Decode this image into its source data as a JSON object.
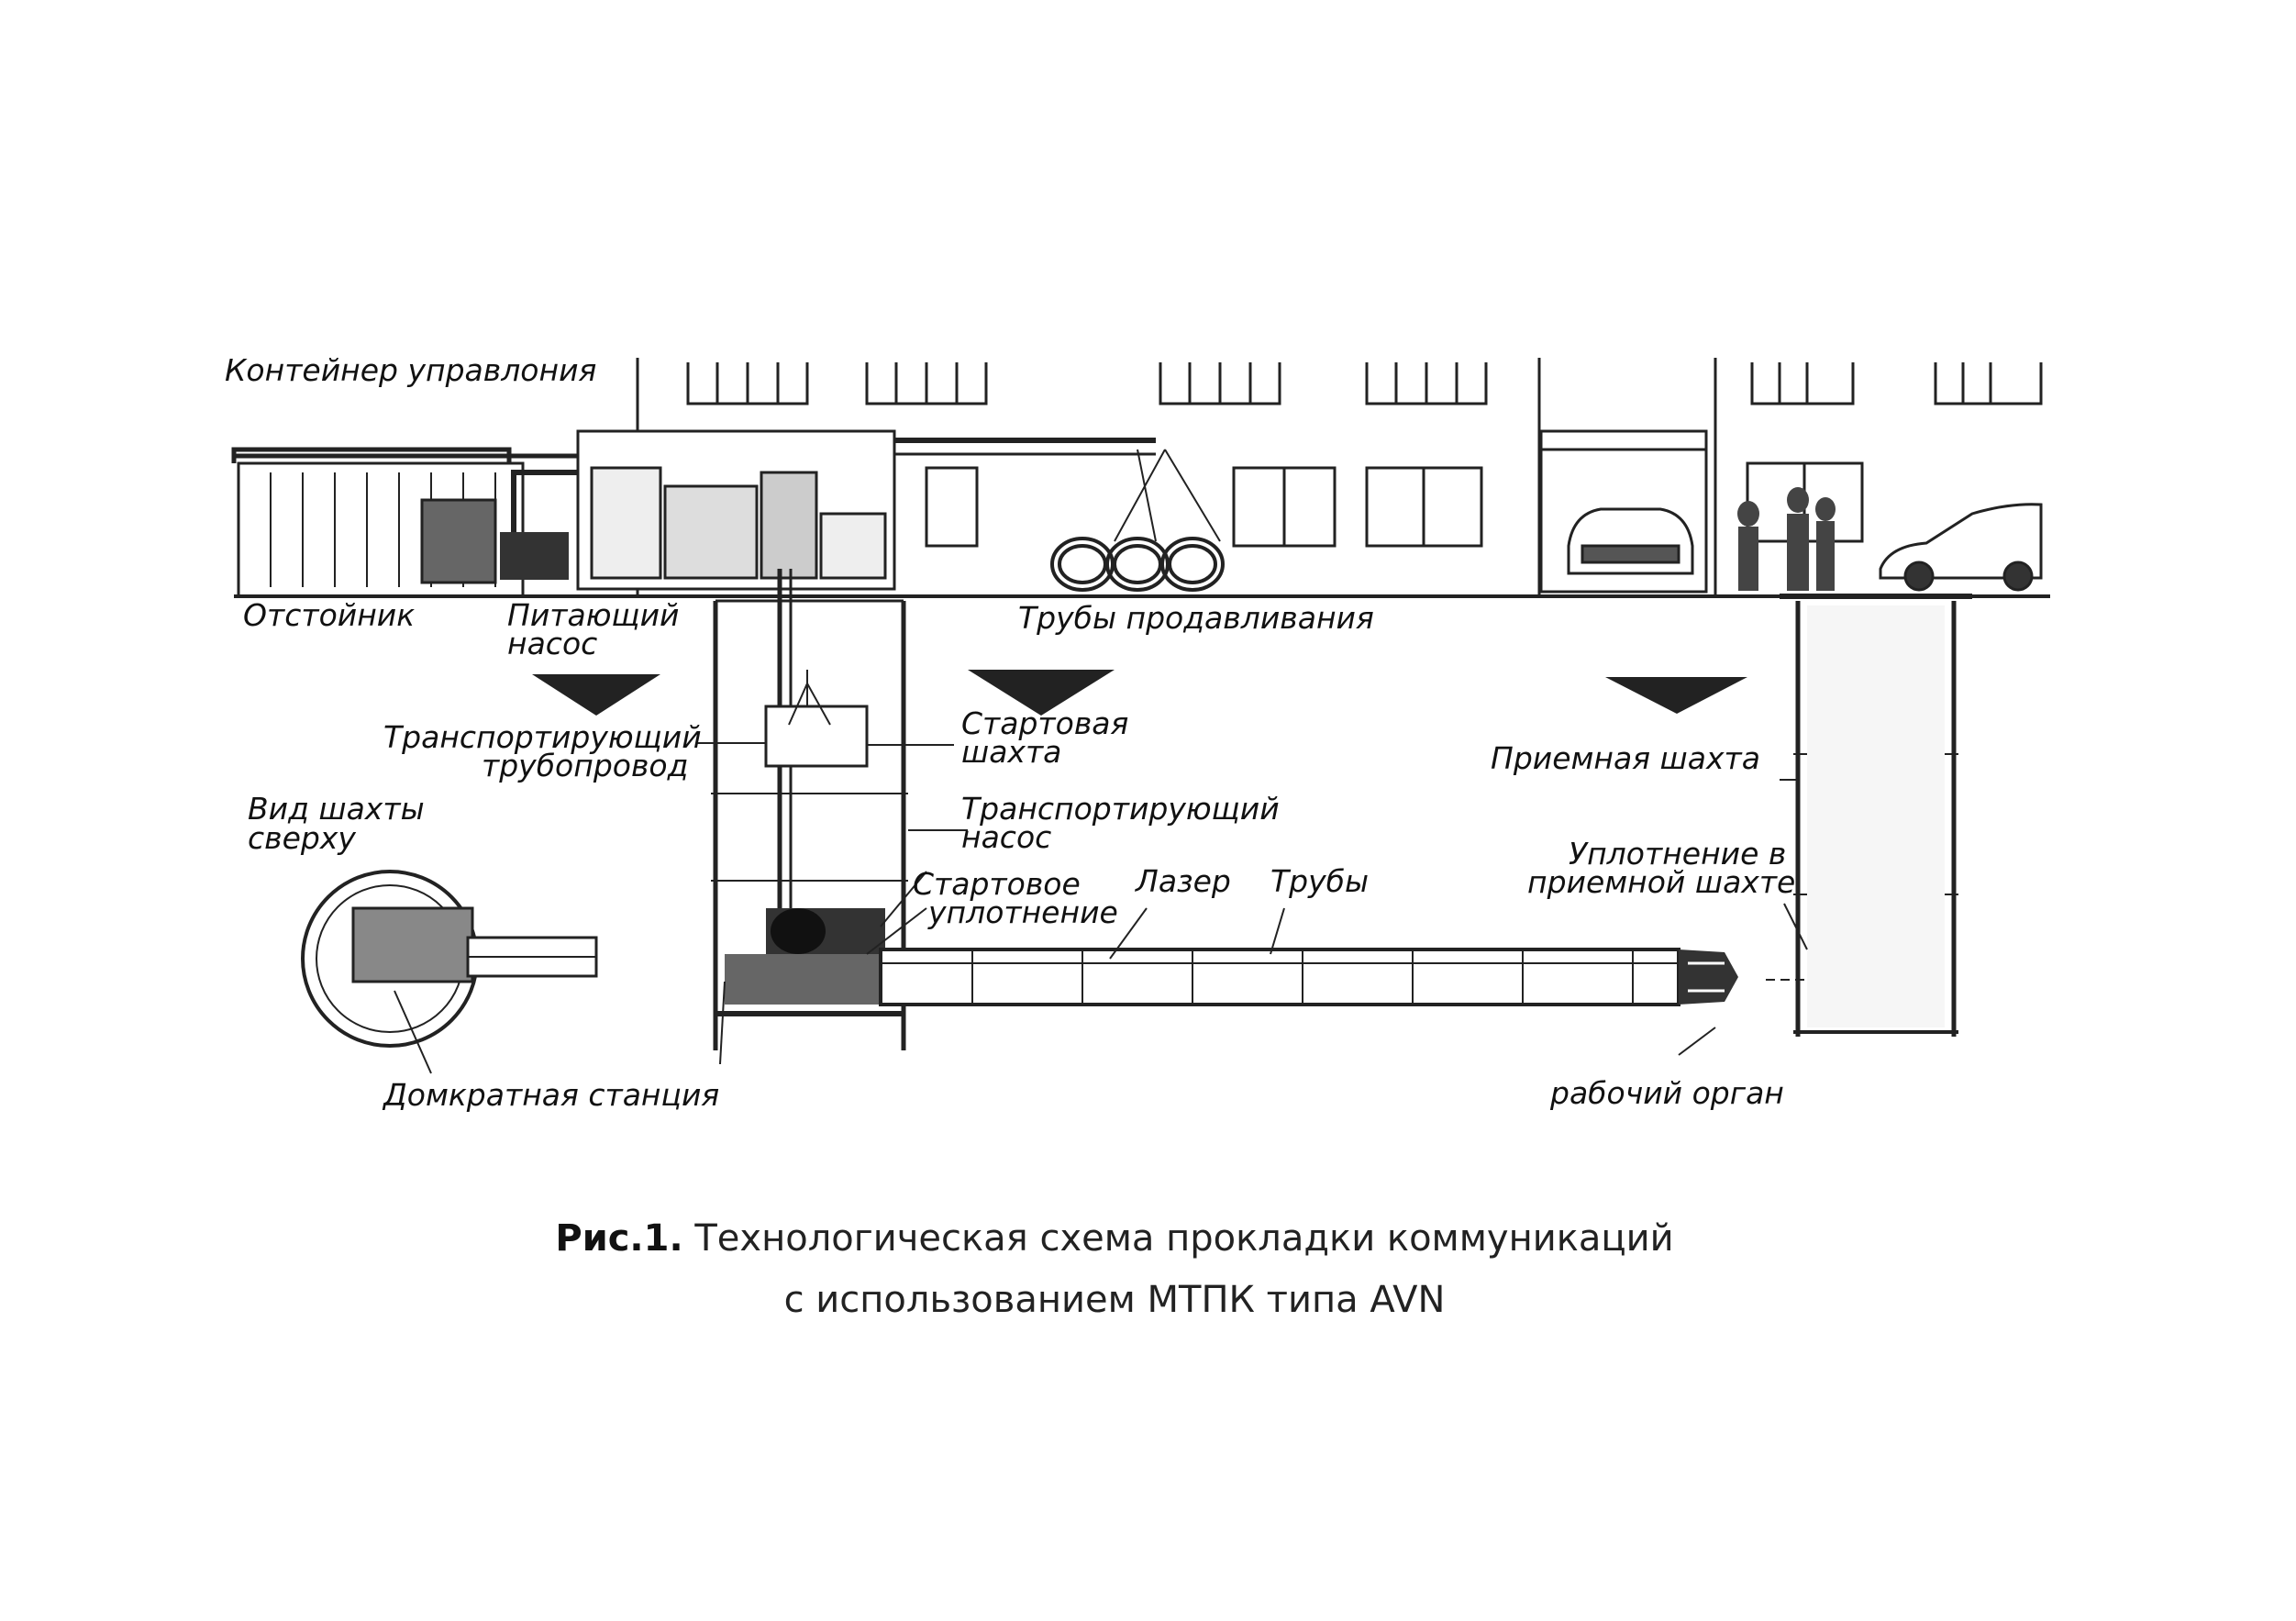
{
  "labels": {
    "control_container": "Контейнер управлония",
    "settler": "Отстойник",
    "feed_pump_1": "Питающий",
    "feed_pump_2": "насос",
    "jacking_pipes": "Трубы продавливания",
    "transport_pipeline_1": "Транспортирующий",
    "transport_pipeline_2": "трубопровод",
    "start_shaft_1": "Стартовая",
    "start_shaft_2": "шахта",
    "receiving_shaft": "Приемная шахта",
    "top_view_1": "Вид  шахты",
    "top_view_2": "сверху",
    "transport_pump_1": "Транспортирующий",
    "transport_pump_2": "насос",
    "start_seal_1": "Стартовое",
    "start_seal_2": "уплотнение",
    "laser": "Лазер",
    "pipes": "Трубы",
    "receive_seal_1": "Уплотнение в",
    "receive_seal_2": "приемной шахте",
    "jack_station": "Домкратная станция",
    "working_head": "рабочий орган"
  },
  "caption": {
    "prefix": "Рис.1.",
    "line1": "Технологическая схема прокладки коммуникаций",
    "line2": "с использованием МТПК типа AVN"
  }
}
